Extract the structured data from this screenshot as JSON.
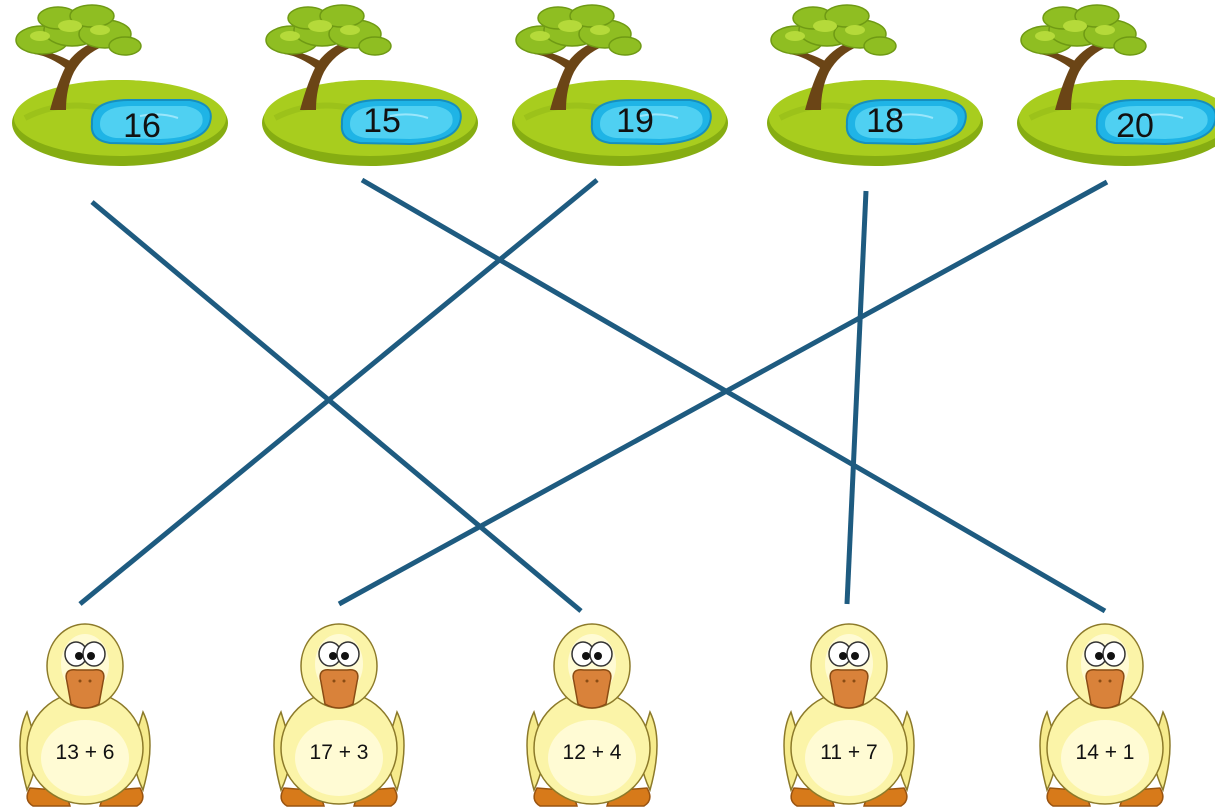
{
  "ponds": [
    "16",
    "15",
    "19",
    "18",
    "20"
  ],
  "ducks": [
    "13 + 6",
    "17 + 3",
    "12 + 4",
    "11 + 7",
    "14 + 1"
  ],
  "connections": [
    {
      "duck": "13 + 6",
      "pond": "19"
    },
    {
      "duck": "17 + 3",
      "pond": "20"
    },
    {
      "duck": "12 + 4",
      "pond": "16"
    },
    {
      "duck": "11 + 7",
      "pond": "18"
    },
    {
      "duck": "14 + 1",
      "pond": "15"
    }
  ],
  "colors": {
    "line": "#1e5b80",
    "grass": "#a8cd1e",
    "grass_dark": "#86ad12",
    "water": "#4fd0f2",
    "trunk": "#6b4516",
    "leaves": "#8fbe22",
    "duck_body": "#fbf4a8",
    "beak": "#d9823a",
    "feet": "#d77a1a"
  }
}
